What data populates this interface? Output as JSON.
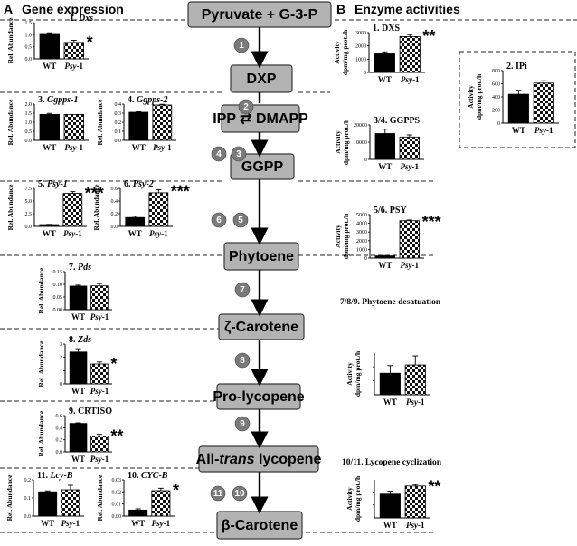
{
  "headers": {
    "left_letter": "A",
    "left_text": "Gene expression",
    "right_letter": "B",
    "right_text": "Enzyme activities"
  },
  "pathway": [
    {
      "label": "Pyruvate + G-3-P"
    },
    {
      "label": "DXP"
    },
    {
      "label": "IPP ⇄ DMAPP"
    },
    {
      "label": "GGPP"
    },
    {
      "label": "Phytoene"
    },
    {
      "label": "ζ-Carotene"
    },
    {
      "label": "Pro-lycopene"
    },
    {
      "label": "All-trans lycopene"
    },
    {
      "label": "β-Carotene"
    }
  ],
  "step_numbers": [
    "1",
    "2",
    "4",
    "3",
    "6",
    "5",
    "7",
    "8",
    "9",
    "11",
    "10"
  ],
  "side_notes": {
    "desat": "7/8/9. Phytoene desatuation",
    "cycl": "10/11. Lycopene cyclization"
  },
  "colors": {
    "box_fill": "#b3b3b3",
    "circle_fill": "#7a7a7a",
    "wt_bar": "#000000",
    "psy_bar": "checkerboard"
  },
  "chart_data": [
    {
      "id": "dxs",
      "type": "bar",
      "title": "1. Dxs",
      "ylabel": "Rel. Abundance",
      "ylim": [
        0,
        1.5
      ],
      "ticks": [
        "0.0",
        "0.5",
        "1.0",
        "1.5"
      ],
      "categories": [
        "WT",
        "Psy-1"
      ],
      "values": [
        1.05,
        0.68
      ],
      "errors": [
        0.03,
        0.09
      ],
      "significance": "*"
    },
    {
      "id": "ggpps1",
      "type": "bar",
      "title": "3. Ggpps-1",
      "ylabel": "Rel. Abundance",
      "ylim": [
        0,
        2.0
      ],
      "ticks": [
        "0.0",
        "0.5",
        "1.0",
        "1.5",
        "2.0"
      ],
      "categories": [
        "WT",
        "Psy-1"
      ],
      "values": [
        1.43,
        1.43
      ],
      "errors": [
        0.06,
        0.0
      ],
      "significance": ""
    },
    {
      "id": "ggpps2",
      "type": "bar",
      "title": "4. Ggpps-2",
      "ylabel": "Rel. Abundance",
      "ylim": [
        0,
        0.4
      ],
      "ticks": [
        "0.0",
        "0.1",
        "0.2",
        "0.3",
        "0.4"
      ],
      "categories": [
        "WT",
        "Psy-1"
      ],
      "values": [
        0.31,
        0.39
      ],
      "errors": [
        0.005,
        0.008
      ],
      "significance": ""
    },
    {
      "id": "psy1",
      "type": "bar",
      "title": "5. Psy-1",
      "ylabel": "Rel. Abundance",
      "ylim": [
        0,
        7.5
      ],
      "ticks": [
        "0.0",
        "2.5",
        "5.0",
        "7.5"
      ],
      "categories": [
        "WT",
        "Psy-1"
      ],
      "values": [
        0.35,
        6.5
      ],
      "errors": [
        0.05,
        0.35
      ],
      "significance": "***"
    },
    {
      "id": "psy2",
      "type": "bar",
      "title": "6. Psy-2",
      "ylabel": "Rel. Abundance",
      "ylim": [
        0,
        0.6
      ],
      "ticks": [
        "0.0",
        "0.2",
        "0.4",
        "0.6"
      ],
      "categories": [
        "WT",
        "Psy-1"
      ],
      "values": [
        0.14,
        0.53
      ],
      "errors": [
        0.02,
        0.05
      ],
      "significance": "***"
    },
    {
      "id": "pds",
      "type": "bar",
      "title": "7. Pds",
      "ylabel": "Rel. Abundance",
      "ylim": [
        0,
        0.15
      ],
      "ticks": [
        "0.00",
        "0.05",
        "0.10",
        "0.15"
      ],
      "categories": [
        "WT",
        "Psy-1"
      ],
      "values": [
        0.093,
        0.094
      ],
      "errors": [
        0.004,
        0.009
      ],
      "significance": ""
    },
    {
      "id": "zds",
      "type": "bar",
      "title": "8. Zds",
      "ylabel": "Rel. Abundance",
      "ylim": [
        0,
        3
      ],
      "ticks": [
        "0",
        "1",
        "2",
        "3"
      ],
      "categories": [
        "WT",
        "Psy-1"
      ],
      "values": [
        2.4,
        1.5
      ],
      "errors": [
        0.25,
        0.15
      ],
      "significance": "*"
    },
    {
      "id": "crtiso",
      "type": "bar",
      "title": "9. CRTISO",
      "ylabel": "Rel. Abundance",
      "ylim": [
        0,
        0.6
      ],
      "ticks": [
        "0.0",
        "0.2",
        "0.4",
        "0.6"
      ],
      "categories": [
        "WT",
        "Psy-1"
      ],
      "values": [
        0.47,
        0.26
      ],
      "errors": [
        0.01,
        0.03
      ],
      "significance": "**"
    },
    {
      "id": "lcyb",
      "type": "bar",
      "title": "11. Lcy-B",
      "ylabel": "Rel. Abundance",
      "ylim": [
        0,
        0.2
      ],
      "ticks": [
        "0.0",
        "0.1",
        "0.2"
      ],
      "categories": [
        "WT",
        "Psy-1"
      ],
      "values": [
        0.134,
        0.145
      ],
      "errors": [
        0.005,
        0.025
      ],
      "significance": ""
    },
    {
      "id": "cycb",
      "type": "bar",
      "title": "10. CYC-B",
      "ylabel": "Rel. Abundance",
      "ylim": [
        0,
        0.03
      ],
      "ticks": [
        "0.00",
        "0.01",
        "0.02",
        "0.03"
      ],
      "categories": [
        "WT",
        "Psy-1"
      ],
      "values": [
        0.005,
        0.021
      ],
      "errors": [
        0.001,
        0.002
      ],
      "significance": "*"
    },
    {
      "id": "act_dxs",
      "type": "bar",
      "title": "1. DXS",
      "ylabel": "Activity dpm/mg prot./h",
      "ylim": [
        0,
        3000
      ],
      "ticks": [
        "0",
        "1000",
        "2000",
        "3000"
      ],
      "categories": [
        "WT",
        "Psy-1"
      ],
      "values": [
        1400,
        2700
      ],
      "errors": [
        150,
        150
      ],
      "significance": "**"
    },
    {
      "id": "act_ipi",
      "type": "bar",
      "title": "2. IPi",
      "ylabel": "Activity dpm/mg prot./h",
      "ylim": [
        0,
        800
      ],
      "ticks": [
        "0",
        "200",
        "400",
        "600",
        "800"
      ],
      "categories": [
        "WT",
        "Psy-1"
      ],
      "values": [
        440,
        610
      ],
      "errors": [
        60,
        35
      ],
      "significance": ""
    },
    {
      "id": "act_ggpps",
      "type": "bar",
      "title": "3/4. GGPPS",
      "ylabel": "Activity dpm/mg prot./h",
      "ylim": [
        0,
        20000
      ],
      "ticks": [
        "0",
        "10000",
        "20000"
      ],
      "categories": [
        "WT",
        "Psy-1"
      ],
      "values": [
        15000,
        13000
      ],
      "errors": [
        2500,
        1200
      ],
      "significance": ""
    },
    {
      "id": "act_psy",
      "type": "bar",
      "title": "5/6. PSY",
      "ylabel": "Activity dpm/mg prot./h",
      "ylim": [
        0,
        5000
      ],
      "ticks": [
        "0",
        "1000",
        "2000",
        "3000",
        "4000",
        "5000"
      ],
      "categories": [
        "WT",
        "Psy-1"
      ],
      "values": [
        250,
        4300
      ],
      "errors": [
        30,
        80
      ],
      "significance": "***"
    },
    {
      "id": "act_desat",
      "type": "bar",
      "title": "",
      "ylabel": "Activity dpm/mg prot./h",
      "ylim": [
        0,
        300
      ],
      "ticks": [],
      "categories": [
        "WT",
        "Psy-1"
      ],
      "values": [
        155,
        215
      ],
      "errors": [
        55,
        65
      ],
      "significance": ""
    },
    {
      "id": "act_cycl",
      "type": "bar",
      "title": "",
      "ylabel": "Activity dpm/mg prot./h",
      "ylim": [
        0,
        80
      ],
      "ticks": [],
      "categories": [
        "WT",
        "Psy-1"
      ],
      "values": [
        50,
        67
      ],
      "errors": [
        6,
        3
      ],
      "significance": "**"
    }
  ]
}
